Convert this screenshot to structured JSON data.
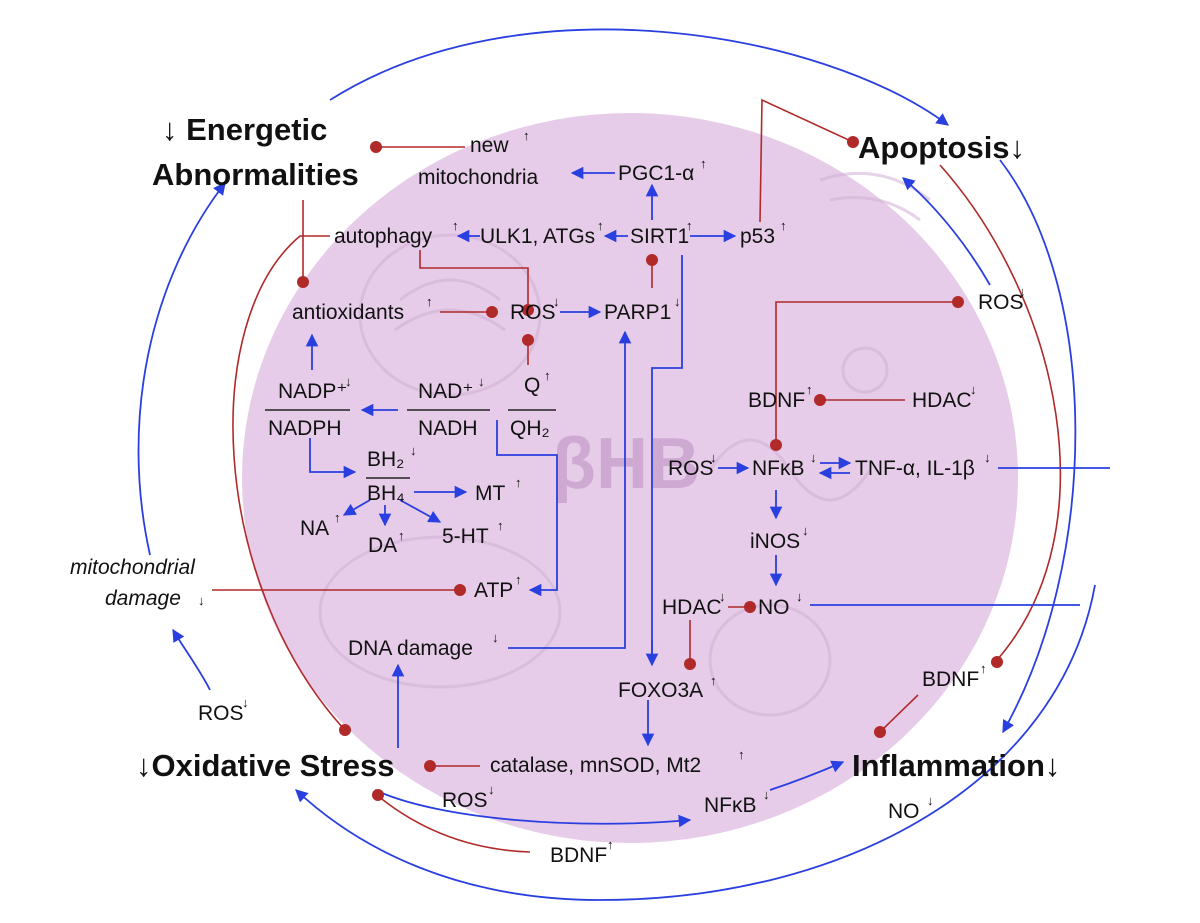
{
  "watermark": "βHB",
  "labels": {
    "energetic_1": "↓ Energetic",
    "energetic_2": "Abnormalities",
    "apoptosis": "Apoptosis↓",
    "oxidative": "↓Oxidative Stress",
    "inflammation": "Inflammation↓",
    "new": "new",
    "mitochondria": "mitochondria",
    "pgc1a": "PGC1-α",
    "autophagy": "autophagy",
    "ulk1": "ULK1, ATGs",
    "sirt1": "SIRT1",
    "p53": "p53",
    "antioxidants": "antioxidants",
    "ros_center": "ROS",
    "parp1": "PARP1",
    "ros_right": "ROS",
    "nadp": "NADP⁺",
    "nadph": "NADPH",
    "nad": "NAD⁺",
    "nadh": "NADH",
    "q": "Q",
    "qh2": "QH₂",
    "bdnf_right": "BDNF",
    "hdac_right": "HDAC",
    "bh2": "BH₂",
    "bh4": "BH₄",
    "mt": "MT",
    "ros_nfkb": "ROS",
    "nfkb": "NFκB",
    "tnf": "TNF-α, IL-1β",
    "na": "NA",
    "da": "DA",
    "ht5": "5-HT",
    "inos": "iNOS",
    "mito_damage_1": "mitochondrial",
    "mito_damage_2": "damage",
    "atp": "ATP",
    "hdac_no": "HDAC",
    "no": "NO",
    "dna_damage": "DNA damage",
    "foxo3a": "FOXO3A",
    "bdnf_lower": "BDNF",
    "ros_left": "ROS",
    "catalase": "catalase, mnSOD, Mt2",
    "ros_bottom": "ROS",
    "nfkb_bottom": "NFκB",
    "no_bottom": "NO",
    "bdnf_bottom": "BDNF",
    "up": "↑",
    "down": "↓"
  },
  "colors": {
    "circle": "#e6cce8",
    "activation": "#2a3fe0",
    "inhibition": "#b02a2a"
  }
}
